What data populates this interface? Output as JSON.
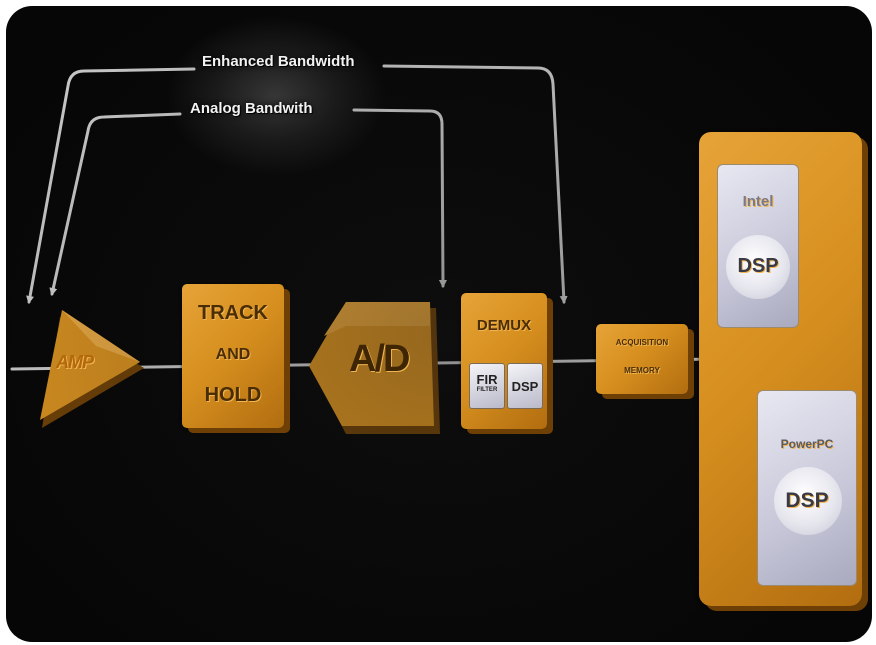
{
  "diagram": {
    "top_labels": {
      "enhanced_bandwidth": "Enhanced Bandwidth",
      "analog_bandwidth": "Analog Bandwith"
    },
    "blocks": {
      "amp": "AMP",
      "track_and_hold": [
        "TRACK",
        "AND",
        "HOLD"
      ],
      "ad": "A/D",
      "demux": "DEMUX",
      "fir_filter": [
        "FIR",
        "FILTER"
      ],
      "demux_dsp": "DSP",
      "acquisition_memory": [
        "ACQUISITION",
        "MEMORY"
      ],
      "intel": "Intel",
      "intel_dsp": "DSP",
      "powerpc": "PowerPC",
      "powerpc_dsp": "DSP"
    },
    "colors": {
      "block": "#d7901f",
      "arrow": "#c9c9c9",
      "background": "#060606"
    }
  }
}
